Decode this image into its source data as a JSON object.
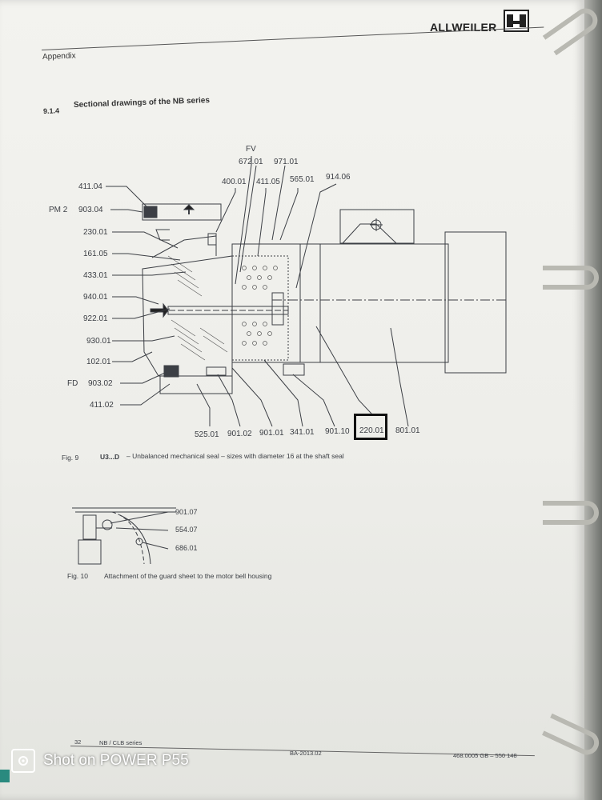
{
  "header": {
    "brand": "ALLWEILER",
    "section": "Appendix"
  },
  "heading": {
    "number": "9.1.4",
    "text": "Sectional drawings of the NB series"
  },
  "fig9": {
    "left_labels": [
      {
        "text": "411.04"
      },
      {
        "text": "903.04",
        "prefix": "PM 2"
      },
      {
        "text": "230.01"
      },
      {
        "text": "161.05"
      },
      {
        "text": "433.01"
      },
      {
        "text": "940.01"
      },
      {
        "text": "922.01"
      },
      {
        "text": "930.01"
      },
      {
        "text": "102.01"
      },
      {
        "text": "903.02",
        "prefix": "FD"
      },
      {
        "text": "411.02"
      }
    ],
    "top_labels": {
      "fv": "FV",
      "a": "672.01",
      "b": "971.01",
      "c": "400.01",
      "d": "411.05",
      "e": "565.01",
      "f": "914.06"
    },
    "bottom_labels": [
      "525.01",
      "901.02",
      "901.01",
      "341.01",
      "901.10",
      "220.01",
      "801.01"
    ],
    "caption_label": "Fig. 9",
    "caption_bold": "U3...D",
    "caption_text": "– Unbalanced mechanical seal – sizes with diameter 16 at the shaft seal"
  },
  "fig10": {
    "labels": [
      "901.07",
      "554.07",
      "686.01"
    ],
    "caption_label": "Fig. 10",
    "caption_text": "Attachment of the guard sheet to the motor bell housing"
  },
  "footer": {
    "page": "32",
    "series": "NB / CLB series",
    "doc": "BA-2013.02",
    "code": "468.0005 GB – 550 148"
  },
  "watermark": {
    "text": "Shot on POWER P55"
  },
  "colors": {
    "paper": "#efefeb",
    "ink": "#2a2d33",
    "highlight_box": "#111111"
  }
}
